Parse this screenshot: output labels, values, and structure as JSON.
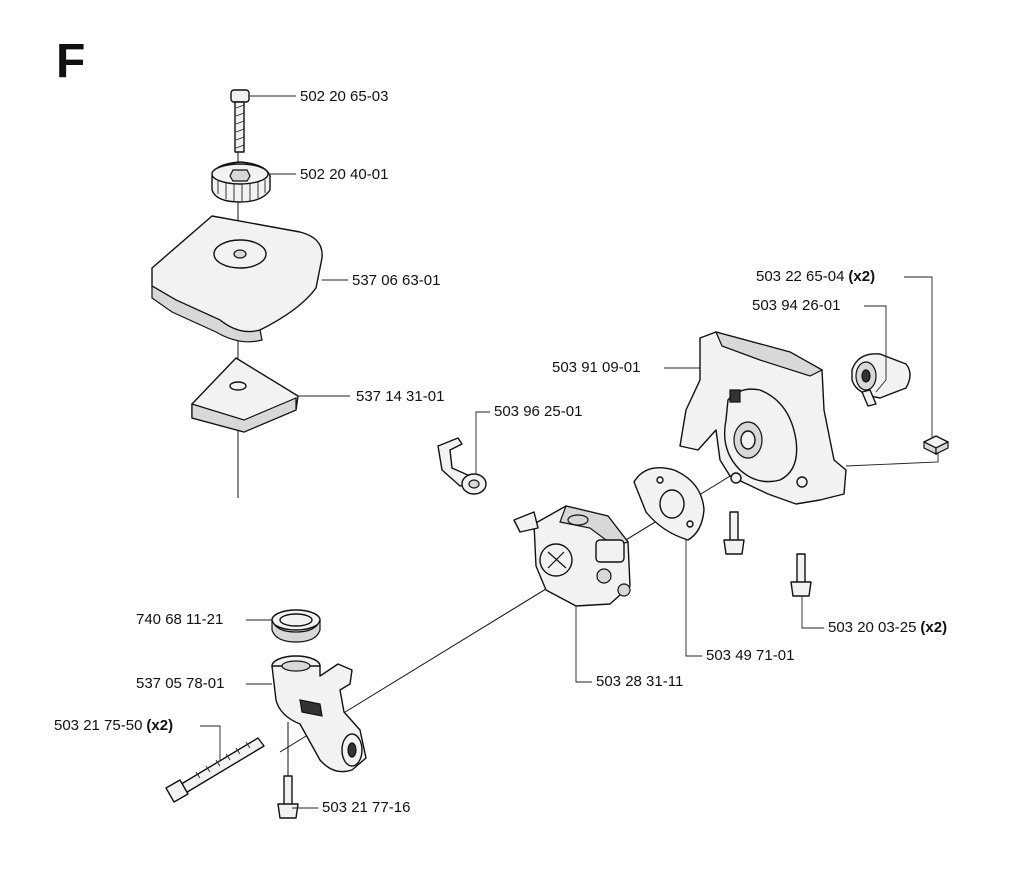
{
  "diagram": {
    "section_letter": "F",
    "parts": [
      {
        "id": "bolt_top",
        "number": "502 20 65-03",
        "qty": ""
      },
      {
        "id": "knob",
        "number": "502 20 40-01",
        "qty": ""
      },
      {
        "id": "air_cover",
        "number": "537 06 63-01",
        "qty": ""
      },
      {
        "id": "air_filter",
        "number": "537 14 31-01",
        "qty": ""
      },
      {
        "id": "nut",
        "number": "503 22 65-04",
        "qty": "(x2)"
      },
      {
        "id": "sleeve",
        "number": "503 94 26-01",
        "qty": ""
      },
      {
        "id": "filter_holder",
        "number": "503 91 09-01",
        "qty": ""
      },
      {
        "id": "throttle_link",
        "number": "503 96 25-01",
        "qty": ""
      },
      {
        "id": "gasket",
        "number": "503 49 71-01",
        "qty": ""
      },
      {
        "id": "screw_holder",
        "number": "503 20 03-25",
        "qty": "(x2)"
      },
      {
        "id": "carburetor",
        "number": "503 28 31-11",
        "qty": ""
      },
      {
        "id": "ring",
        "number": "740 68 11-21",
        "qty": ""
      },
      {
        "id": "intake",
        "number": "537 05 78-01",
        "qty": ""
      },
      {
        "id": "long_screw",
        "number": "503 21 75-50",
        "qty": "(x2)"
      },
      {
        "id": "small_screw",
        "number": "503 21 77-16",
        "qty": ""
      }
    ]
  }
}
